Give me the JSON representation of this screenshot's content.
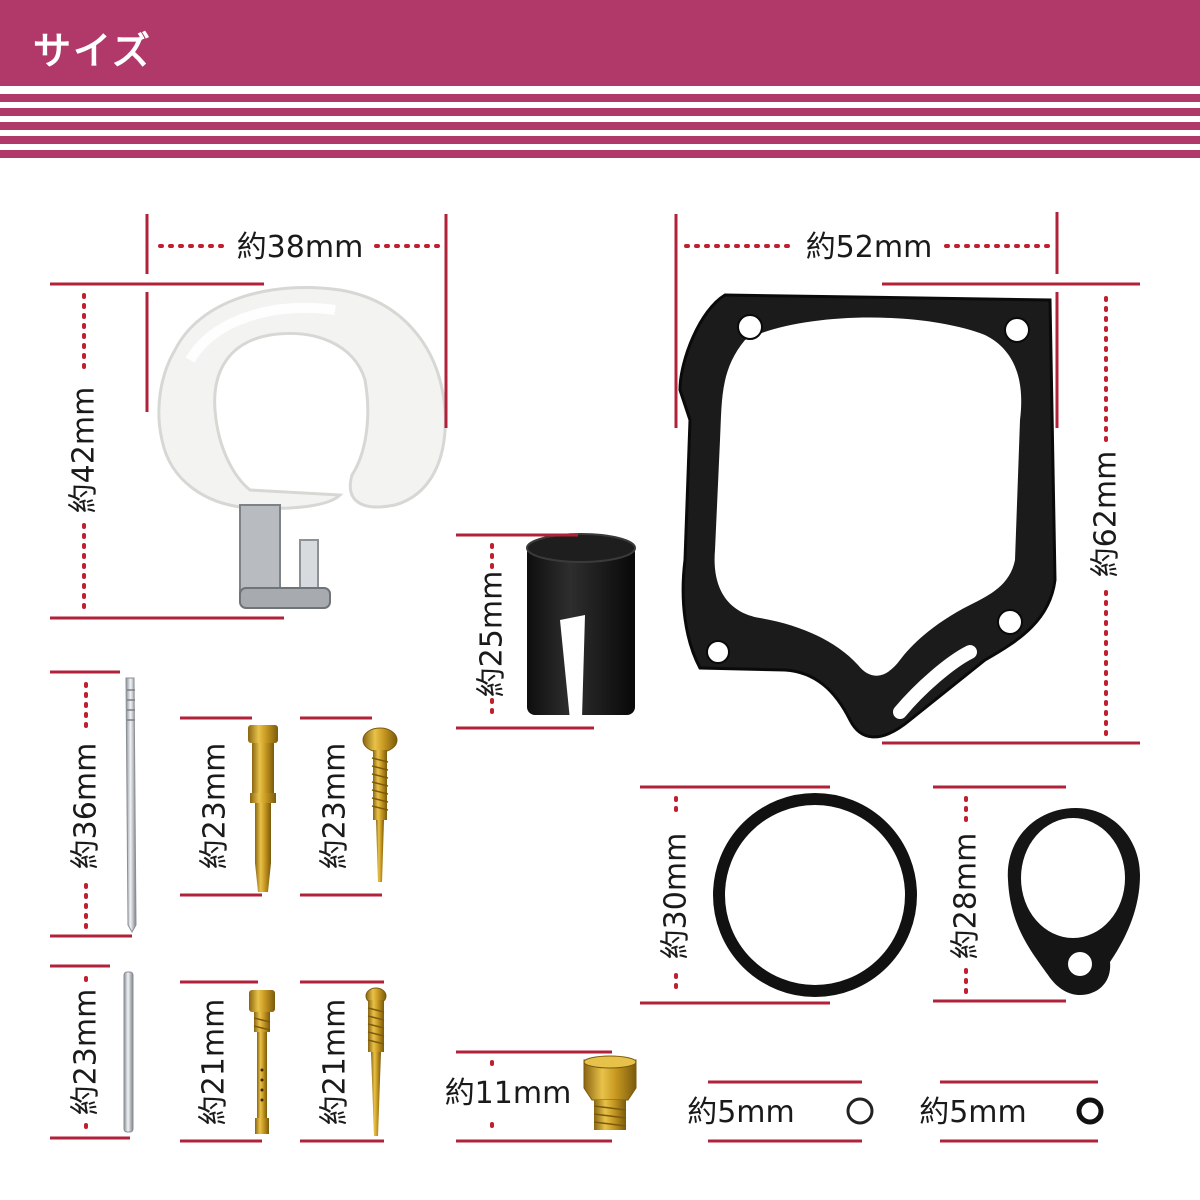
{
  "header": {
    "title": "サイズ"
  },
  "colors": {
    "accent": "#b0396a",
    "measure_line": "#b0223a",
    "dots": "#c0202e"
  },
  "labels": {
    "float_width": "約38mm",
    "float_height": "約42mm",
    "gasket_width": "約52mm",
    "gasket_height": "約62mm",
    "cap_height": "約25mm",
    "needle_long": "約36mm",
    "jet_a": "約23mm",
    "screw_a": "約23mm",
    "oring_large": "約30mm",
    "seal_ring": "約28mm",
    "pin_short": "約23mm",
    "jet_b": "約21mm",
    "screw_b": "約21mm",
    "main_jet": "約11mm",
    "oring_small_a": "約5mm",
    "oring_small_b": "約5mm"
  }
}
